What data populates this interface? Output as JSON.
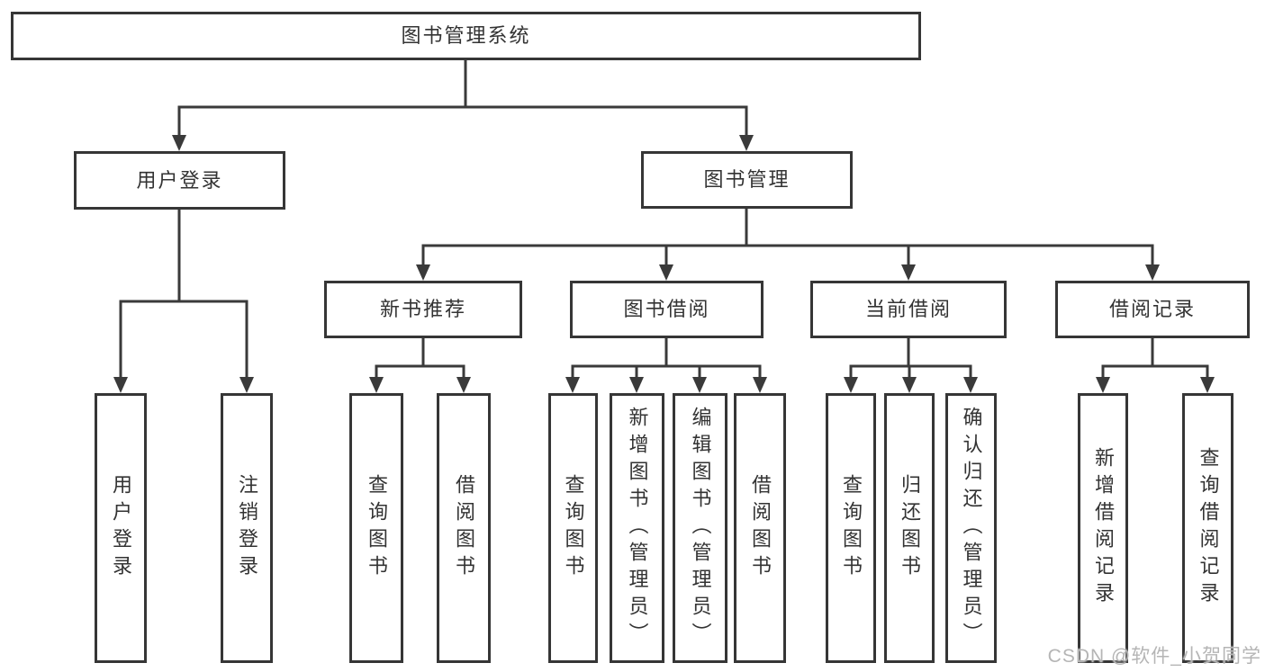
{
  "diagram": {
    "root": {
      "label": "图书管理系统"
    },
    "level2": [
      {
        "label": "用户登录"
      },
      {
        "label": "图书管理"
      }
    ],
    "level3": [
      {
        "label": "新书推荐"
      },
      {
        "label": "图书借阅"
      },
      {
        "label": "当前借阅"
      },
      {
        "label": "借阅记录"
      }
    ],
    "leaves": {
      "user_login": [
        "用户登录",
        "注销登录"
      ],
      "new_books": [
        "查询图书",
        "借阅图书"
      ],
      "book_borrow": [
        "查询图书",
        "新增图书（管理员）",
        "编辑图书（管理员）",
        "借阅图书"
      ],
      "current_borrow": [
        "查询图书",
        "归还图书",
        "确认归还（管理员）"
      ],
      "borrow_records": [
        "新增借阅记录",
        "查询借阅记录"
      ]
    }
  },
  "watermark": {
    "text": "CSDN @软件_小贺同学"
  },
  "colors": {
    "line": "#3a3a3a",
    "border": "#363636",
    "text": "#333333",
    "background": "#ffffff",
    "watermark": "#b5b5b5"
  }
}
